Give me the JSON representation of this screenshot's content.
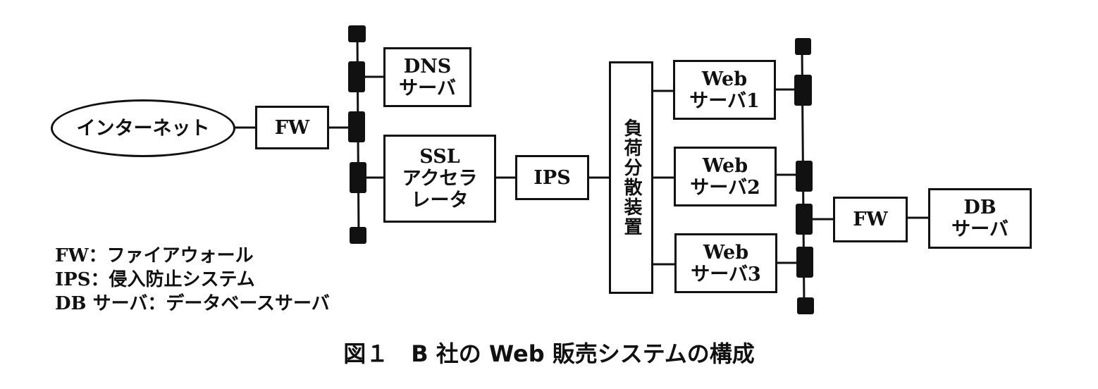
{
  "figure": {
    "caption": "図１　B 社の Web 販売システムの構成"
  },
  "nodes": {
    "internet": {
      "label": "インターネット"
    },
    "fw_outer": {
      "label": "FW"
    },
    "dns": {
      "line1": "DNS",
      "line2": "サーバ"
    },
    "ssl": {
      "line1": "SSL",
      "line2": "アクセラ",
      "line3": "レータ"
    },
    "ips": {
      "label": "IPS"
    },
    "load_balancer": {
      "label": "負荷分散装置"
    },
    "web1": {
      "line1": "Web",
      "line2": "サーバ1"
    },
    "web2": {
      "line1": "Web",
      "line2": "サーバ2"
    },
    "web3": {
      "line1": "Web",
      "line2": "サーバ3"
    },
    "fw_inner": {
      "label": "FW"
    },
    "db": {
      "line1": "DB",
      "line2": "サーバ"
    }
  },
  "legend": [
    "FW：ファイアウォール",
    "IPS：侵入防止システム",
    "DB サーバ：データベースサーバ"
  ],
  "colors": {
    "line": "#111111",
    "background": "#ffffff"
  }
}
